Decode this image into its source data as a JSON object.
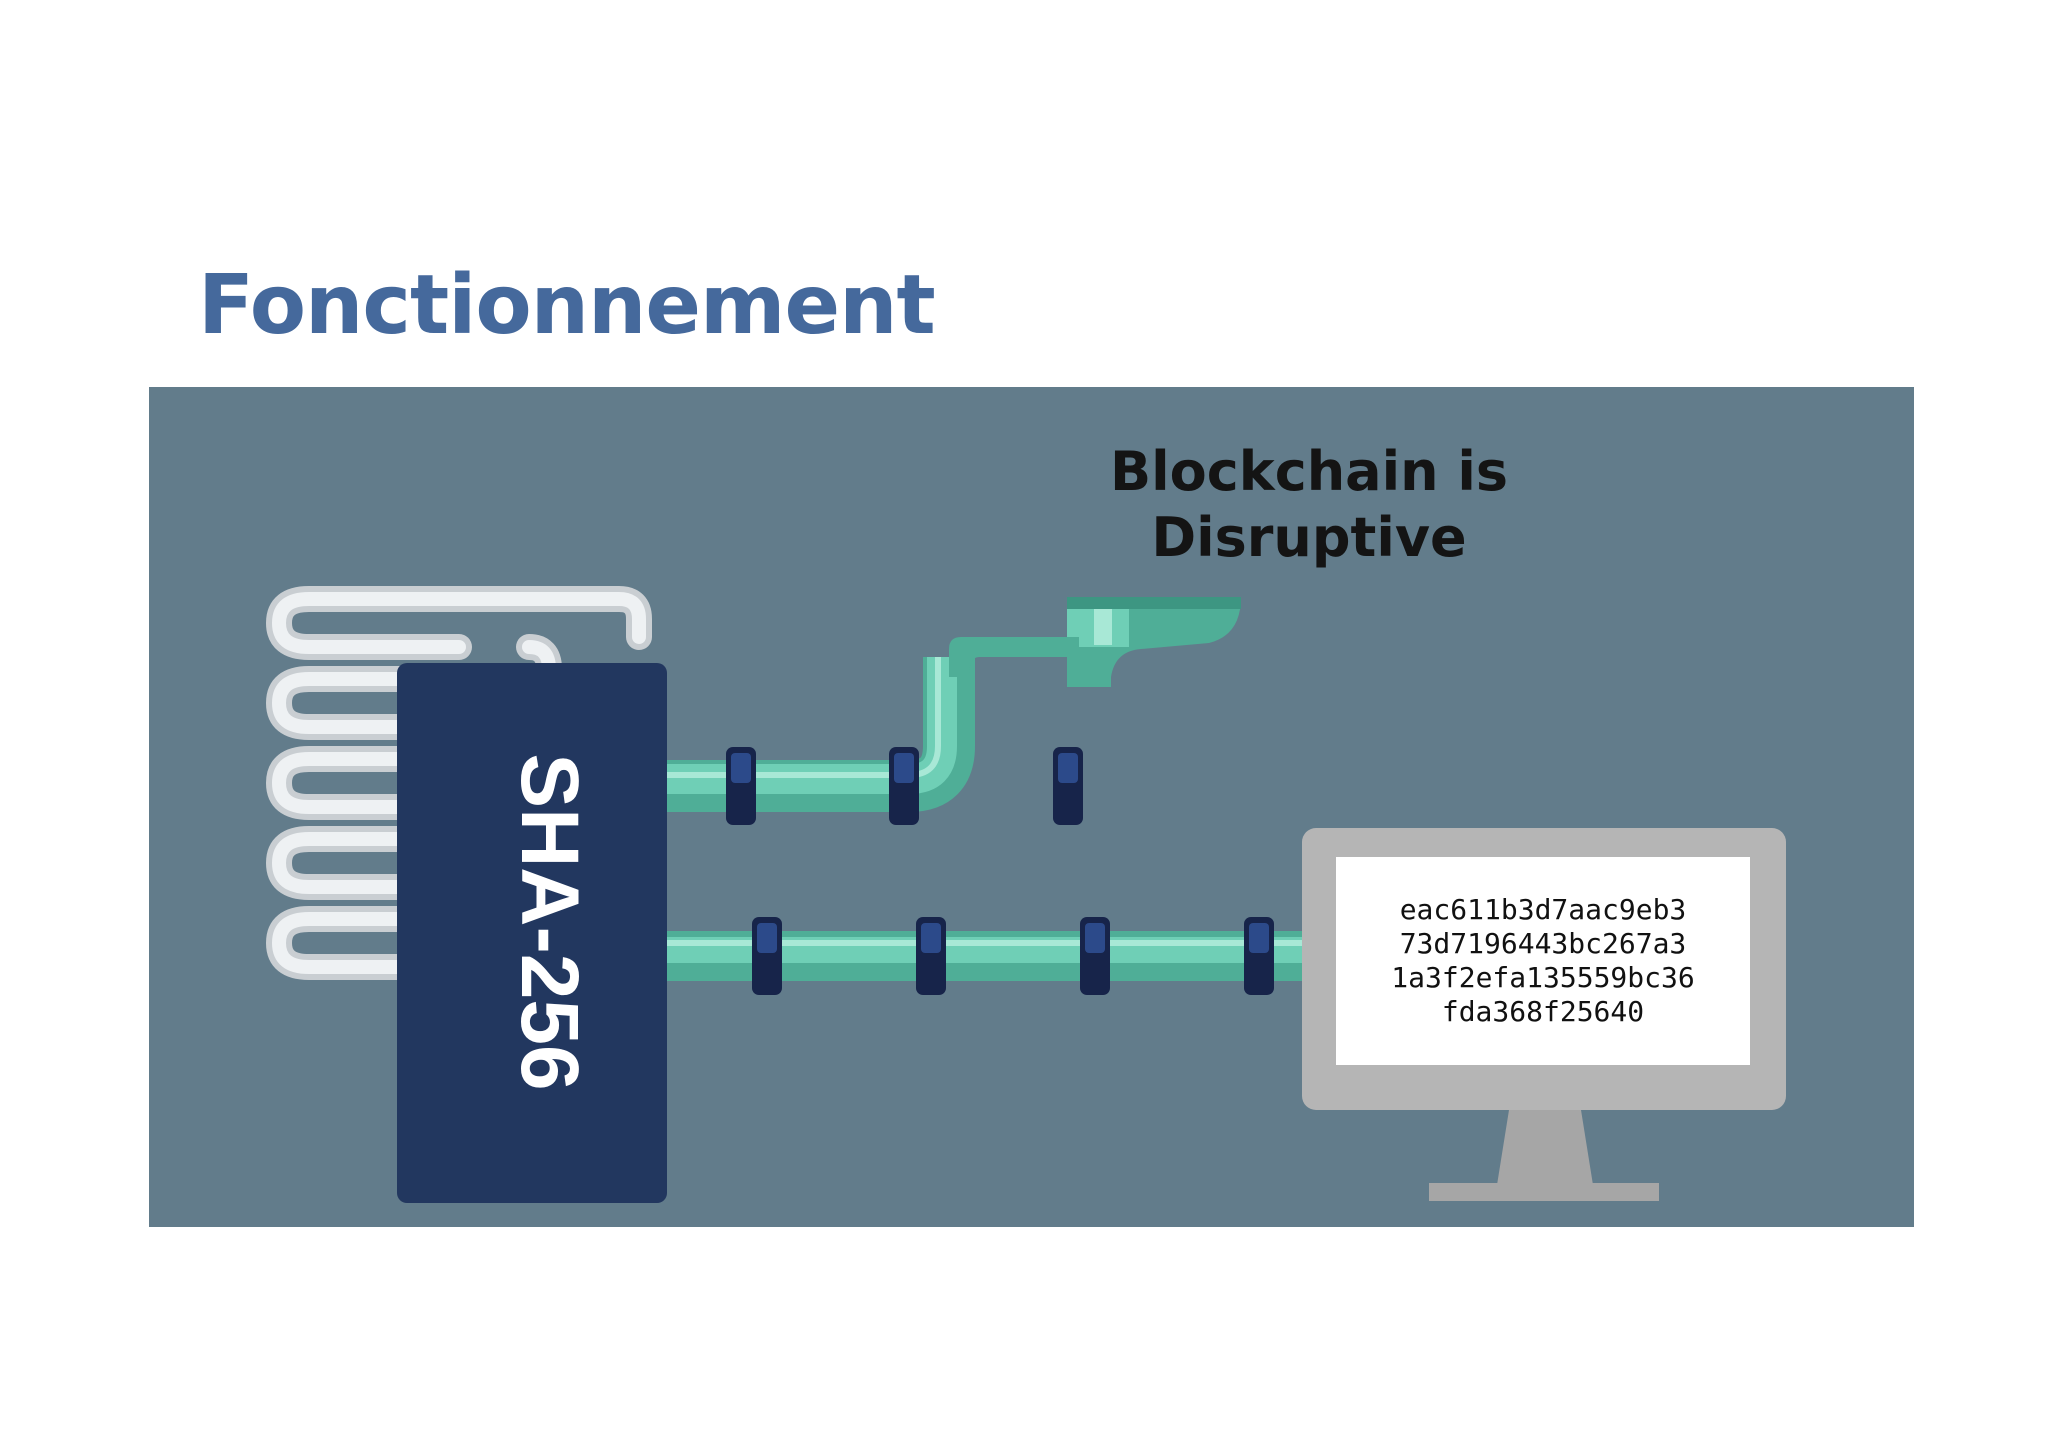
{
  "slide": {
    "title": "Fonctionnement"
  },
  "illustration": {
    "caption_lines": [
      "Blockchain is",
      "Disruptive"
    ],
    "algorithm_label": "SHA-256",
    "hash_output_lines": [
      "eac611b3d7aac9eb3",
      "73d7196443bc267a3",
      "1a3f2efa135559bc36",
      "fda368f25640"
    ]
  },
  "colors": {
    "title": "#45699c",
    "panel_background": "#627c8b",
    "sha_block": "#22375f",
    "pipe": "#5fbfa7",
    "pipe_highlight": "#9ee3cf",
    "pipe_joint": "#17244a",
    "coil": "#e9ecee",
    "monitor_frame": "#b5b5b5",
    "monitor_screen": "#ffffff"
  },
  "icons": {
    "coil": "heat-exchanger-coil-icon",
    "funnel": "funnel-icon",
    "monitor": "computer-monitor-icon"
  }
}
